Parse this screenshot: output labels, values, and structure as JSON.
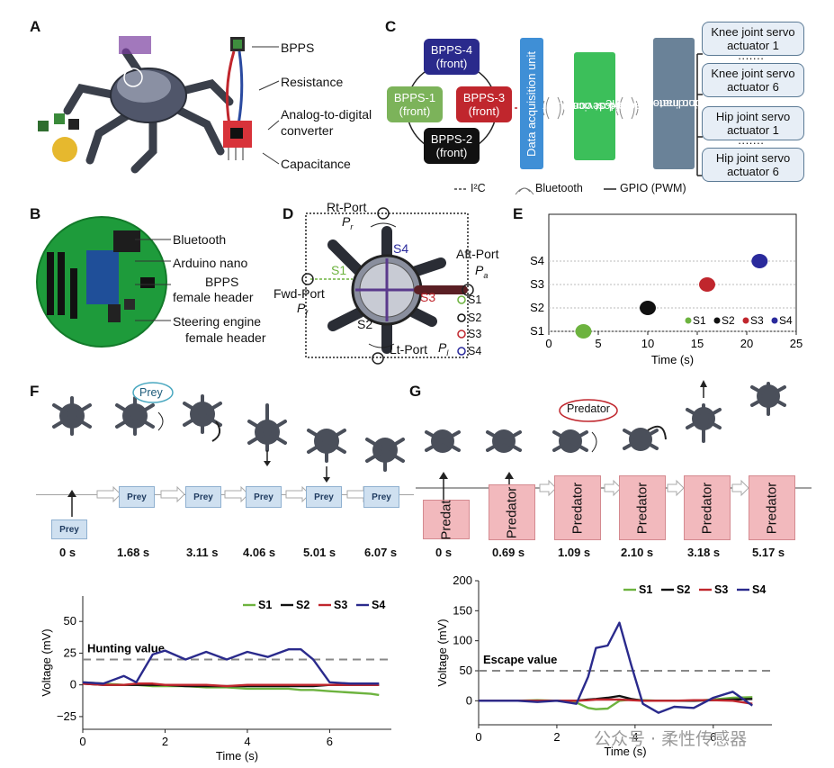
{
  "panels": {
    "A": "A",
    "B": "B",
    "C": "C",
    "D": "D",
    "E": "E",
    "F": "F",
    "G": "G"
  },
  "panelA": {
    "labels": [
      "BPPS",
      "Resistance",
      "Analog-to-digital",
      "converter",
      "Capacitance"
    ]
  },
  "panelB": {
    "labels": [
      "Bluetooth",
      "Arduino nano",
      "BPPS",
      "female header",
      "Steering engine",
      "female header"
    ]
  },
  "panelC": {
    "bpps": [
      {
        "name": "BPPS-4",
        "sub": "(front)",
        "color": "#2a2a8c"
      },
      {
        "name": "BPPS-1",
        "sub": "(front)",
        "color": "#7cb35a"
      },
      {
        "name": "BPPS-3",
        "sub": "(front)",
        "color": "#c0262d"
      },
      {
        "name": "BPPS-2",
        "sub": "(front)",
        "color": "#111111"
      }
    ],
    "daq": "Data acquisition unit",
    "host": "Host computer",
    "host_sub": "(Android devices)",
    "sub_machine": "Subordinate machine",
    "sub_machine_sub": "(Arduino nano)",
    "actuators": [
      {
        "line1": "Knee joint servo",
        "line2": "actuator 1"
      },
      {
        "line1": "Knee joint servo",
        "line2": "actuator 6"
      },
      {
        "line1": "Hip joint servo",
        "line2": "actuator 1"
      },
      {
        "line1": "Hip joint servo",
        "line2": "actuator 6"
      }
    ],
    "dots": "·······",
    "legend": {
      "i2c": "I²C",
      "bt": "Bluetooth",
      "gpio": "GPIO (PWM)"
    }
  },
  "panelD": {
    "rt_port": "Rt-Port",
    "pr": "P",
    "pr_sub": "r",
    "aft_port": "Aft-Port",
    "pa": "P",
    "pa_sub": "a",
    "fwd_port": "Fwd-Port",
    "pf": "P",
    "pf_sub": "f",
    "lt_port": "Lt-Port",
    "pl": "P",
    "pl_sub": "l",
    "s_labels": [
      "S1",
      "S2",
      "S3",
      "S4"
    ],
    "legend": [
      "S1",
      "S2",
      "S3",
      "S4"
    ]
  },
  "chart_data": [
    {
      "type": "scatter",
      "panel": "E",
      "categories": [
        "S1",
        "S2",
        "S3",
        "S4"
      ],
      "series": [
        {
          "name": "S1",
          "x": 3.5,
          "y": "S1",
          "color": "#6db33f"
        },
        {
          "name": "S2",
          "x": 10.0,
          "y": "S2",
          "color": "#111111"
        },
        {
          "name": "S3",
          "x": 16.0,
          "y": "S3",
          "color": "#c0262d"
        },
        {
          "name": "S4",
          "x": 21.3,
          "y": "S4",
          "color": "#2a2a9c"
        }
      ],
      "xlabel": "Time (s)",
      "xlim": [
        0,
        25
      ],
      "xticks": [
        "0",
        "5",
        "10",
        "15",
        "20",
        "25"
      ],
      "yticks": [
        "S1",
        "S2",
        "S3",
        "S4"
      ],
      "legend": [
        "S1",
        "S2",
        "S3",
        "S4"
      ]
    },
    {
      "type": "line",
      "panel": "F",
      "x": [
        0,
        0.5,
        1,
        1.3,
        1.7,
        2,
        2.5,
        3,
        3.5,
        4,
        4.5,
        5,
        5.3,
        5.6,
        6,
        6.5,
        7,
        7.2
      ],
      "series": [
        {
          "name": "S1",
          "color": "#6db33f",
          "values": [
            2,
            1,
            0,
            0,
            -1,
            -1,
            -1,
            -2,
            -2,
            -3,
            -3,
            -3,
            -4,
            -4,
            -5,
            -6,
            -7,
            -8
          ]
        },
        {
          "name": "S2",
          "color": "#111111",
          "values": [
            1,
            0,
            0,
            0,
            0,
            0,
            -1,
            -1,
            -1,
            -1,
            -1,
            -1,
            -1,
            -1,
            0,
            0,
            0,
            0
          ]
        },
        {
          "name": "S3",
          "color": "#c0262d",
          "values": [
            1,
            0,
            0,
            1,
            1,
            0,
            0,
            0,
            -1,
            0,
            0,
            0,
            0,
            0,
            0,
            0,
            0,
            0
          ]
        },
        {
          "name": "S4",
          "color": "#2a2a8c",
          "values": [
            2,
            1,
            7,
            2,
            24,
            27,
            20,
            26,
            20,
            26,
            22,
            28,
            28,
            20,
            2,
            1,
            1,
            1
          ]
        }
      ],
      "threshold": 20,
      "threshold_label": "Hunting value",
      "xlabel": "Time (s)",
      "ylabel": "Voltage (mV)",
      "xlim": [
        0,
        7.5
      ],
      "ylim": [
        -35,
        70
      ],
      "xticks": [
        "0",
        "2",
        "4",
        "6"
      ],
      "yticks": [
        "50",
        "25",
        "0",
        "−25"
      ]
    },
    {
      "type": "line",
      "panel": "G",
      "x": [
        0,
        0.5,
        1,
        1.5,
        2,
        2.5,
        2.8,
        3,
        3.3,
        3.6,
        3.9,
        4.2,
        4.6,
        5,
        5.5,
        6,
        6.5,
        7
      ],
      "series": [
        {
          "name": "S1",
          "color": "#6db33f",
          "values": [
            0,
            0,
            0,
            1,
            0,
            -3,
            -12,
            -14,
            -13,
            0,
            2,
            1,
            0,
            0,
            0,
            2,
            5,
            6
          ]
        },
        {
          "name": "S2",
          "color": "#111111",
          "values": [
            0,
            0,
            0,
            0,
            0,
            0,
            2,
            3,
            5,
            8,
            3,
            0,
            0,
            0,
            0,
            1,
            2,
            3
          ]
        },
        {
          "name": "S3",
          "color": "#c0262d",
          "values": [
            0,
            0,
            0,
            0,
            0,
            0,
            1,
            2,
            2,
            2,
            1,
            0,
            0,
            0,
            1,
            1,
            0,
            -5
          ]
        },
        {
          "name": "S4",
          "color": "#2a2a8c",
          "values": [
            0,
            0,
            0,
            -2,
            0,
            -5,
            40,
            88,
            92,
            130,
            60,
            -5,
            -20,
            -10,
            -12,
            5,
            15,
            -8
          ]
        }
      ],
      "threshold": 50,
      "threshold_label": "Escape  value",
      "xlabel": "Time (s)",
      "ylabel": "Voltage (mV)",
      "xlim": [
        0,
        7.5
      ],
      "ylim": [
        -40,
        200
      ],
      "xticks": [
        "0",
        "2",
        "4",
        "6"
      ],
      "yticks": [
        "200",
        "150",
        "100",
        "50",
        "0"
      ]
    }
  ],
  "panelF": {
    "bubble": "Prey",
    "box_label": "Prey",
    "times": [
      "0 s",
      "1.68 s",
      "3.11 s",
      "4.06 s",
      "5.01 s",
      "6.07 s"
    ]
  },
  "panelG": {
    "bubble": "Predator",
    "box_labels": [
      "Predat",
      "Predator",
      "Predator",
      "Predator",
      "Predator",
      "Predator"
    ],
    "times": [
      "0 s",
      "0.69 s",
      "1.09 s",
      "2.10 s",
      "3.18 s",
      "5.17 s"
    ]
  },
  "watermark": "公众号 · 柔性传感器"
}
